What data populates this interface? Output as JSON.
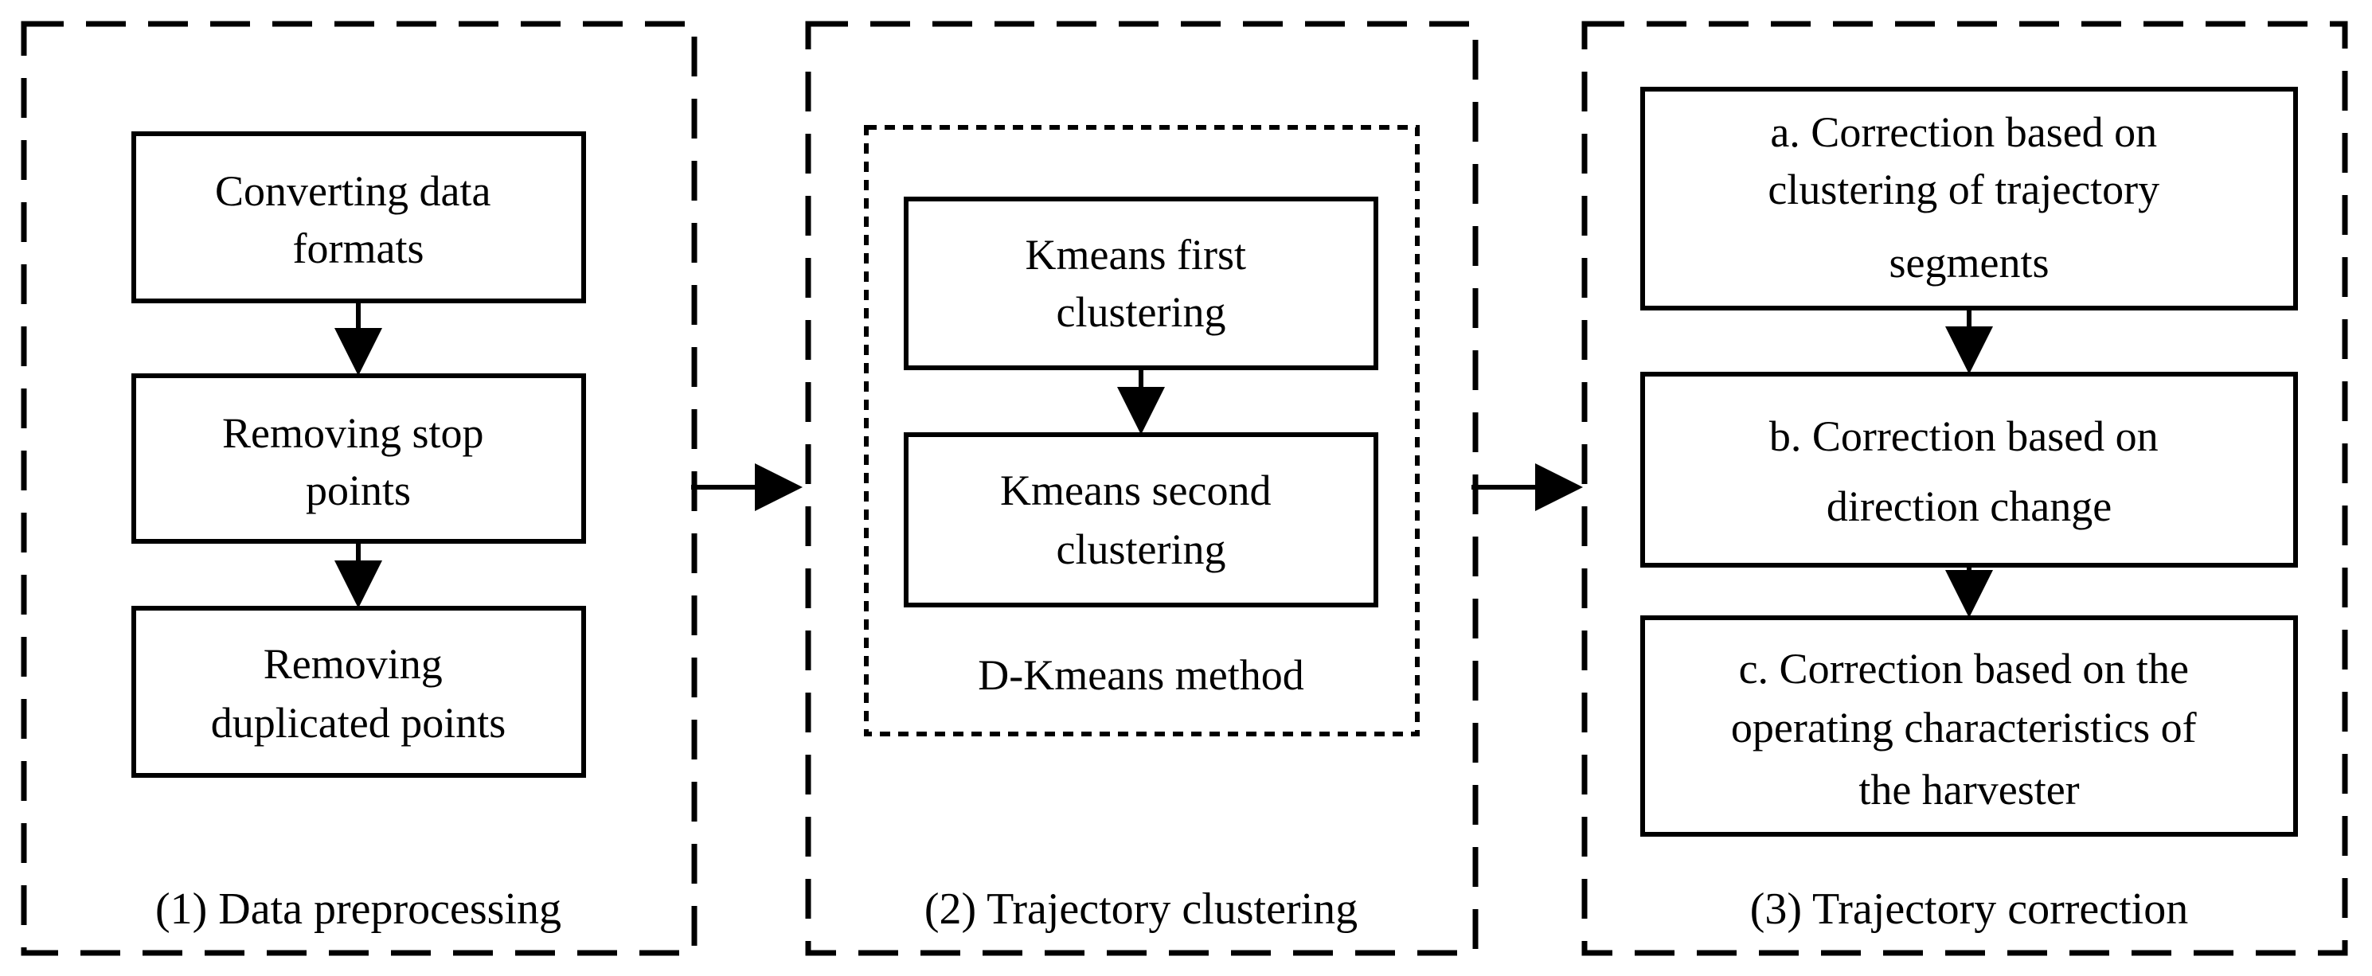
{
  "panels": [
    {
      "caption": "(1) Data preprocessing",
      "steps": [
        {
          "lines": [
            "Converting data",
            "formats"
          ]
        },
        {
          "lines": [
            "Removing stop",
            "points"
          ]
        },
        {
          "lines": [
            "Removing",
            "duplicated points"
          ]
        }
      ]
    },
    {
      "caption": "(2) Trajectory clustering",
      "method_label": "D-Kmeans method",
      "steps": [
        {
          "lines": [
            "Kmeans first",
            "clustering"
          ]
        },
        {
          "lines": [
            "Kmeans second",
            "clustering"
          ]
        }
      ]
    },
    {
      "caption": "(3) Trajectory correction",
      "steps": [
        {
          "lines": [
            "a. Correction based on",
            "clustering of trajectory",
            "segments"
          ]
        },
        {
          "lines": [
            "b. Correction based on",
            "direction change"
          ]
        },
        {
          "lines": [
            "c. Correction based on the",
            "operating  characteristics of",
            "the harvester"
          ]
        }
      ]
    }
  ]
}
